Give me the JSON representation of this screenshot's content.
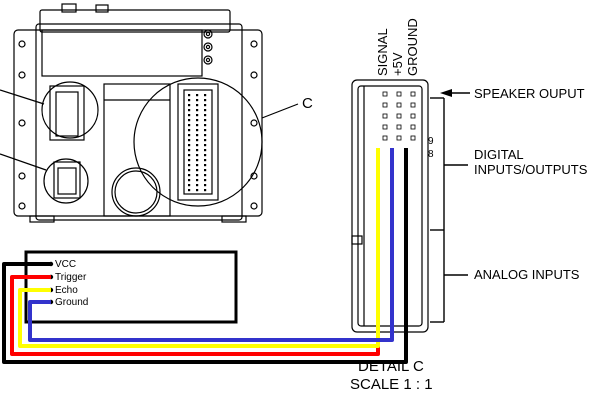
{
  "callout": {
    "detail_letter": "C"
  },
  "detail": {
    "title": "DETAIL C",
    "scale": "SCALE 1 : 1"
  },
  "header_pins": [
    "SIGNAL",
    "+5V",
    "GROUND"
  ],
  "pin_numbers": [
    "9",
    "8"
  ],
  "side_labels": {
    "speaker": "SPEAKER OUPUT",
    "digital_line1": "DIGITAL",
    "digital_line2": "INPUTS/OUTPUTS",
    "analog": "ANALOG INPUTS"
  },
  "sensor": {
    "pins": [
      "VCC",
      "Trigger",
      "Echo",
      "Ground"
    ]
  },
  "wire_colors": {
    "vcc": "#000000",
    "trigger": "#ff0000",
    "echo": "#ffff00",
    "ground": "#3333cc"
  }
}
